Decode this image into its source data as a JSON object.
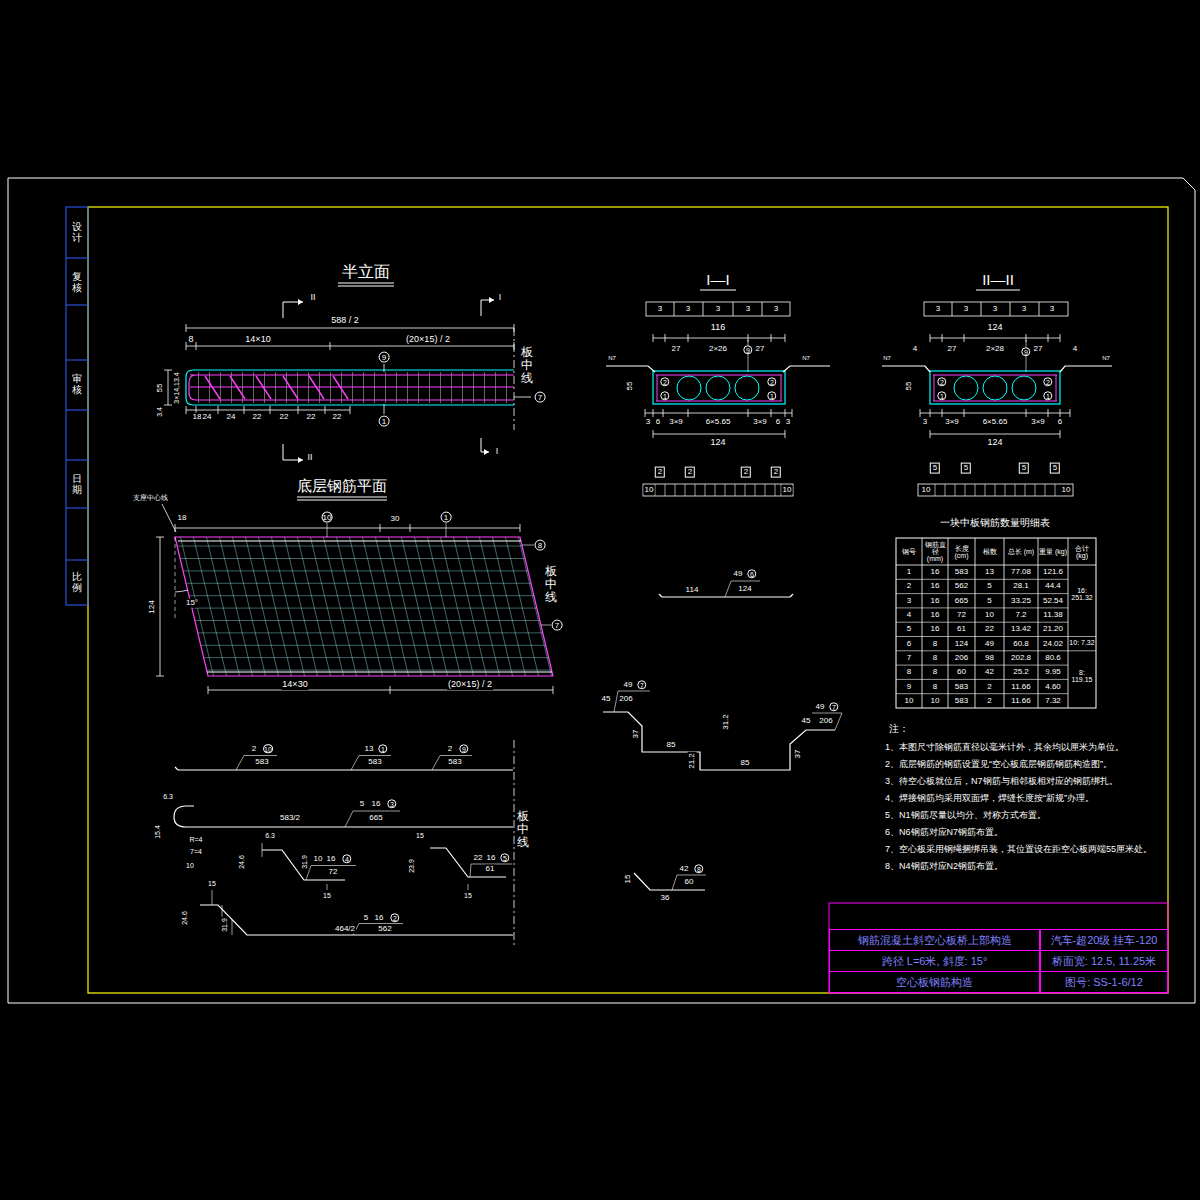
{
  "diagram": {
    "nodes": [
      {
        "text": [
          "钢筋混凝土斜空心板桥上部构造"
        ]
      },
      {
        "text": [
          "跨径 L=6米, 斜度: 15°"
        ]
      },
      {
        "text": [
          "空心板钢筋构造"
        ]
      },
      {
        "text": [
          "汽车-超20级 挂车-120"
        ]
      },
      {
        "text": [
          "桥面宽: 12.5, 11.25米"
        ]
      },
      {
        "text": [
          "图号: SS-1-6/12"
        ]
      }
    ],
    "labels": [
      "半立面",
      "I—I",
      "II—II",
      "底层钢筋平面",
      "一块中板钢筋数量明细表",
      "588 / 2",
      "8",
      "14×10",
      "(20×15) / 2",
      "板中线",
      "II",
      "I",
      "II",
      "I",
      "55",
      "3×14,13.4",
      "3.4",
      "18",
      "24",
      "24",
      "22",
      "22",
      "22",
      "22",
      "9",
      "1",
      "7",
      "3",
      "3",
      "3",
      "3",
      "3",
      "116",
      "27",
      "2×26",
      "27",
      "N7",
      "N7",
      "55",
      "3",
      "6",
      "3×9",
      "6×5.65",
      "3×9",
      "6",
      "3",
      "124",
      "1",
      "2",
      "2",
      "1",
      "9",
      "2",
      "2",
      "2",
      "2",
      "10",
      "10",
      "3",
      "3",
      "3",
      "3",
      "3",
      "124",
      "4",
      "27",
      "2×28",
      "27",
      "4",
      "N7",
      "N7",
      "55",
      "3",
      "3×9",
      "6×5.65",
      "3×9",
      "6",
      "124",
      "2",
      "1",
      "2",
      "1",
      "9",
      "5",
      "5",
      "5",
      "5",
      "10",
      "10",
      "支座中心线",
      "18",
      "15°",
      "124",
      "10",
      "1",
      "30",
      "8",
      "板中线",
      "7",
      "14×30",
      "(20×15) / 2",
      "114",
      "49",
      "6",
      "124",
      "49",
      "7",
      "206",
      "45",
      "37",
      "85",
      "31.2",
      "21.2",
      "85",
      "37",
      "45",
      "49",
      "7",
      "206",
      "42",
      "8",
      "60",
      "15",
      "36",
      "2",
      "10",
      "583",
      "13",
      "1",
      "583",
      "2",
      "9",
      "583",
      "5",
      "16",
      "3",
      "665",
      "583/2",
      "板中线",
      "10",
      "16",
      "4",
      "72",
      "22",
      "16",
      "5",
      "61",
      "5",
      "16",
      "2",
      "562",
      "464/2",
      "6.3",
      "15.4",
      "R=4",
      "7=4",
      "10",
      "24.6",
      "6.3",
      "31.9",
      "15",
      "15",
      "23.9",
      "15",
      "15",
      "24.6",
      "31.9",
      "钢号",
      "钢筋直径 (mm)",
      "长度 (cm)",
      "根数",
      "总长 (m)",
      "重量 (kg)",
      "合计 (kg)",
      "1",
      "16",
      "583",
      "13",
      "77.08",
      "121.6",
      "2",
      "16",
      "562",
      "5",
      "28.1",
      "44.4",
      "3",
      "16",
      "665",
      "5",
      "33.25",
      "52.54",
      "4",
      "16",
      "72",
      "10",
      "7.2",
      "11.38",
      "5",
      "16",
      "61",
      "22",
      "13.42",
      "21.20",
      "6",
      "8",
      "124",
      "49",
      "60.8",
      "24.02",
      "7",
      "8",
      "206",
      "98",
      "202.8",
      "80.6",
      "8",
      "8",
      "60",
      "42",
      "25.2",
      "9.95",
      "9",
      "8",
      "583",
      "2",
      "11.66",
      "4.60",
      "10",
      "10",
      "583",
      "2",
      "11.66",
      "7.32",
      "16: 251.32",
      "10: 7.32",
      "8: 119.15",
      "注：",
      "1、本图尺寸除钢筋直径以毫米计外，其余均以厘米为单位。",
      "2、底层钢筋的钢筋设置见“空心板底层钢筋钢筋构造图”。",
      "3、待空心板就位后，N7钢筋与相邻板相对应的钢筋绑扎。",
      "4、焊接钢筋均采用双面焊，焊缝长度按“新规”办理。",
      "5、N1钢筋尽量以均分、对称方式布置。",
      "6、N6钢筋对应N7钢筋布置。",
      "7、空心板采用钢绳捆绑吊装，其位置设在距空心板两端55厘米处。",
      "8、N4钢筋对应N2钢筋布置。",
      "设计",
      "复核",
      "审核",
      "日期",
      "比例"
    ]
  }
}
